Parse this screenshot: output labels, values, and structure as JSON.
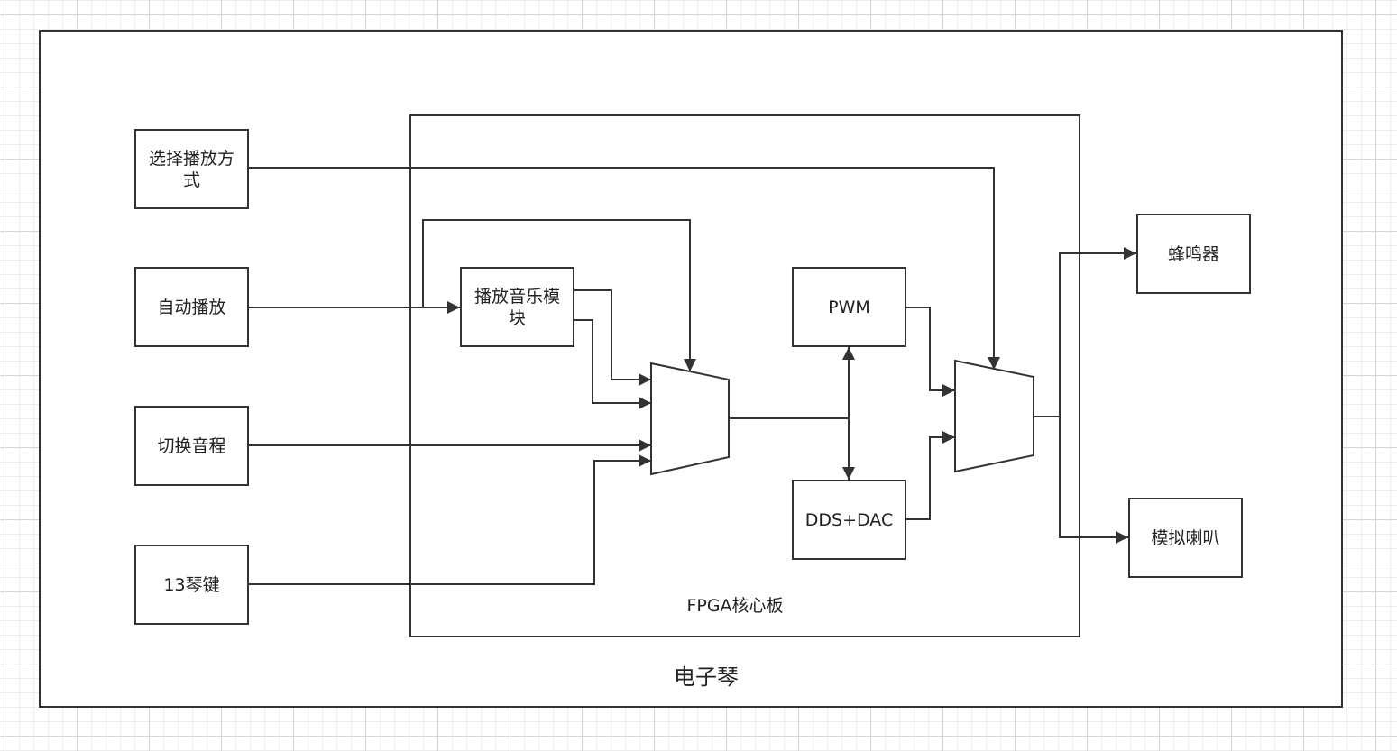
{
  "diagram": {
    "title": "电子琴",
    "board_label": "FPGA核心板",
    "inputs": {
      "select_mode": "选择播放方式",
      "auto_play": "自动播放",
      "switch_pitch": "切换音程",
      "keys_13": "13琴键"
    },
    "modules": {
      "music_module": "播放音乐模块",
      "pwm": "PWM",
      "dds_dac": "DDS+DAC"
    },
    "outputs": {
      "buzzer": "蜂鸣器",
      "analog_speaker": "模拟喇叭"
    },
    "colors": {
      "stroke": "#333333",
      "background": "#ffffff",
      "grid": "#d4d4d4"
    }
  }
}
